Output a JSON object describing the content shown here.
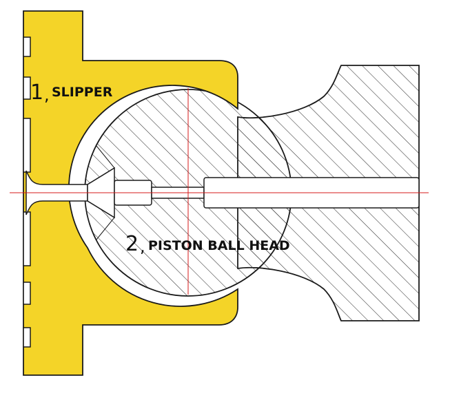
{
  "labels": [
    {
      "number": "1",
      "separator": ",",
      "name": "SLIPPER"
    },
    {
      "number": "2",
      "separator": ",",
      "name": "PISTON BALL HEAD"
    }
  ],
  "colors": {
    "slipper_fill": "#f4d428",
    "outline": "#1a1a1a",
    "hatch": "#333333",
    "centerline": "#d61a1a",
    "background": "#ffffff"
  },
  "parts": [
    "slipper",
    "piston-ball-head"
  ]
}
